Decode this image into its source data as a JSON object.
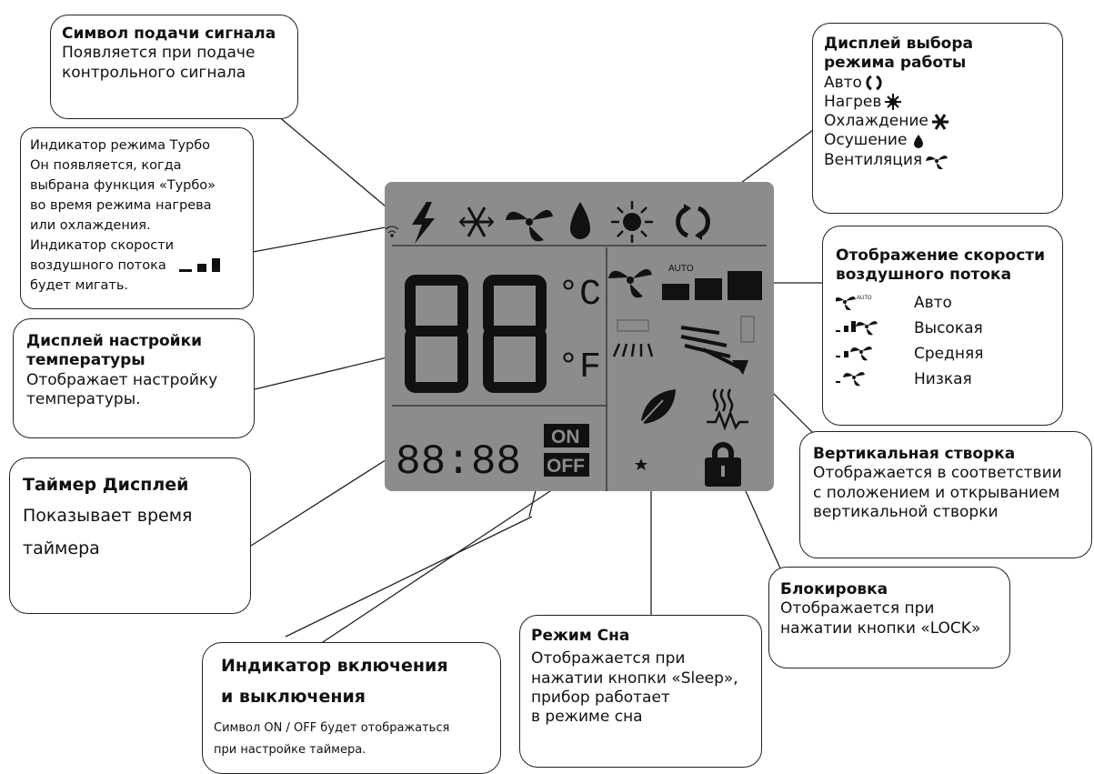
{
  "callouts": {
    "signal": {
      "title": "Символ подачи сигнала",
      "line1": "Появляется при подаче",
      "line2": "контрольного сигнала"
    },
    "turbo": {
      "lines": [
        "Индикатор режима Турбо",
        "Он появляется, когда",
        "выбрана функция «Турбо»",
        "во время режима нагрева",
        "или охлаждения.",
        "Индикатор скорости"
      ],
      "line_bar": "воздушного потока",
      "last": "будет мигать."
    },
    "temp": {
      "title1": "Дисплей настройки",
      "title2": "температуры",
      "body1": "Отображает настройку",
      "body2": "температуры."
    },
    "timer": {
      "title": "Таймер Дисплей",
      "body1": "Показывает время",
      "body2": "таймера"
    },
    "onoff": {
      "title1": "Индикатор включения",
      "title2": "и выключения",
      "body1": "Символ ON / OFF будет отображаться",
      "body2": "при настройке таймера."
    },
    "sleep": {
      "title": "Режим Сна",
      "body": [
        "Отображается при",
        "нажатии кнопки «Sleep»,",
        "прибор работает",
        "в режиме сна"
      ]
    },
    "lock": {
      "title": "Блокировка",
      "body1": "Отображается при",
      "body2": "нажатии кнопки «LOCK»"
    },
    "louver": {
      "title": "Вертикальная створка",
      "body": [
        "Отображается в соответствии",
        "с положением и открыванием",
        "вертикальной створки"
      ]
    },
    "fan_speed": {
      "title1": "Отображение скорости",
      "title2": "воздушного потока",
      "levels": [
        "Авто",
        "Высокая",
        "Средняя",
        "Низкая"
      ],
      "auto_tag": "AUTO"
    },
    "mode": {
      "title1": "Дисплей выбора",
      "title2": "режима работы",
      "modes": [
        "Авто",
        "Нагрев",
        "Охлаждение",
        "Осушение",
        "Вентиляция"
      ]
    }
  },
  "lcd": {
    "temp_digits": "88",
    "unit_c": "°C",
    "unit_f": "°F",
    "timer_digits": "88:88",
    "on_label": "ON",
    "off_label": "OFF",
    "fan_auto": "AUTO"
  }
}
